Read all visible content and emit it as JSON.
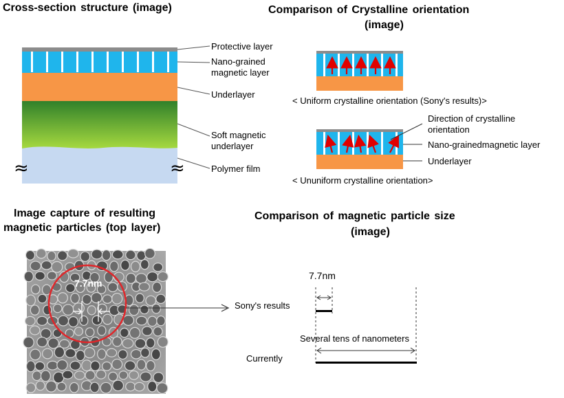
{
  "cross_section": {
    "title": "Cross-section structure (image)",
    "labels": {
      "protective": "Protective layer",
      "nano_1": "Nano-grained",
      "nano_2": "magnetic layer",
      "under": "Underlayer",
      "soft_1": "Soft magnetic",
      "soft_2": "underlayer",
      "polymer": "Polymer film"
    },
    "break_symbol": "≈",
    "colors": {
      "protective": "#8c8c8c",
      "nano": "#1fb5ec",
      "under": "#f79646",
      "soft_top": "#2f7f2a",
      "soft_bottom": "#9bd33c",
      "polymer": "#c6d9f1"
    }
  },
  "orientation": {
    "title_1": "Comparison of Crystalline orientation",
    "title_2": "(image)",
    "uniform_caption": "< Uniform crystalline orientation (Sony's results)>",
    "nonuniform_caption": "< Ununiform crystalline orientation>",
    "labels": {
      "direction_1": "Direction of crystalline",
      "direction_2": "orientation",
      "nano": "Nano-grainedmagnetic layer",
      "under": "Underlayer"
    },
    "arrow_color": "#e00000"
  },
  "capture": {
    "title_1": "Image capture of resulting",
    "title_2": "magnetic particles (top layer)",
    "size_label": "7.7nm",
    "circle_color": "#e0262a"
  },
  "particle_size": {
    "title_1": "Comparison of magnetic particle size",
    "title_2": "(image)",
    "sony_value": "7.7nm",
    "sony_label": "Sony's results",
    "current_value": "Several tens of nanometers",
    "current_label": "Currently"
  }
}
